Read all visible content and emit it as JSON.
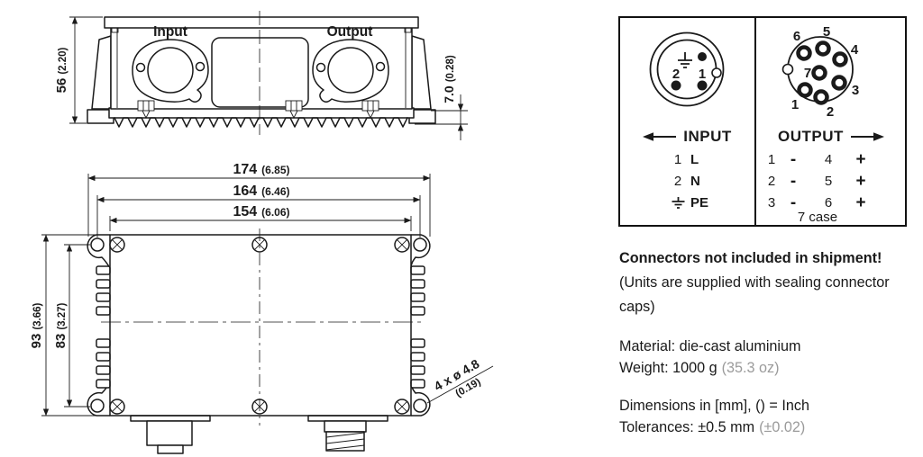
{
  "drawing": {
    "top_view": {
      "input_label": "Input",
      "output_label": "Output",
      "height_mm": "56",
      "height_in": "(2.20)",
      "foot_mm": "7.0",
      "foot_in": "(0.28)"
    },
    "plan_view": {
      "overall_width_mm": "174",
      "overall_width_in": "(6.85)",
      "hole_span_mm": "164",
      "hole_span_in": "(6.46)",
      "body_width_mm": "154",
      "body_width_in": "(6.06)",
      "overall_height_mm": "93",
      "overall_height_in": "(3.66)",
      "hole_span_v_mm": "83",
      "hole_span_v_in": "(3.27)",
      "mount_hole_note_line1": "4 x ø 4.8",
      "mount_hole_note_line2": "(0.19)"
    }
  },
  "pinout": {
    "input": {
      "title": "INPUT",
      "arrow_icon": "arrow-left-icon",
      "face": {
        "pin1": "1",
        "pin2": "2",
        "ground_icon": "earth-ground-icon"
      },
      "rows": [
        {
          "pin": "1",
          "signal": "L"
        },
        {
          "pin": "2",
          "signal": "N"
        },
        {
          "pin_icon": "earth-ground-icon",
          "signal": "PE"
        }
      ]
    },
    "output": {
      "title": "OUTPUT",
      "arrow_icon": "arrow-right-icon",
      "face": {
        "p1": "1",
        "p2": "2",
        "p3": "3",
        "p4": "4",
        "p5": "5",
        "p6": "6",
        "p7": "7"
      },
      "rows": [
        {
          "neg_pin": "1",
          "neg": "-",
          "pos_pin": "4",
          "pos": "+"
        },
        {
          "neg_pin": "2",
          "neg": "-",
          "pos_pin": "5",
          "pos": "+"
        },
        {
          "neg_pin": "3",
          "neg": "-",
          "pos_pin": "6",
          "pos": "+"
        }
      ],
      "case_note": "7 case"
    }
  },
  "notes": {
    "warning": "Connectors not included in shipment!",
    "sub": "(Units are supplied with sealing connector caps)",
    "material": "Material: die-cast aluminium",
    "weight": "Weight: 1000 g",
    "weight_alt": "(35.3 oz)",
    "dimensions": "Dimensions in [mm], () = Inch",
    "tolerance": "Tolerances: ±0.5 mm",
    "tolerance_alt": "(±0.02)"
  },
  "colors": {
    "ink": "#1a1a1a",
    "muted": "#9b9b9b"
  }
}
